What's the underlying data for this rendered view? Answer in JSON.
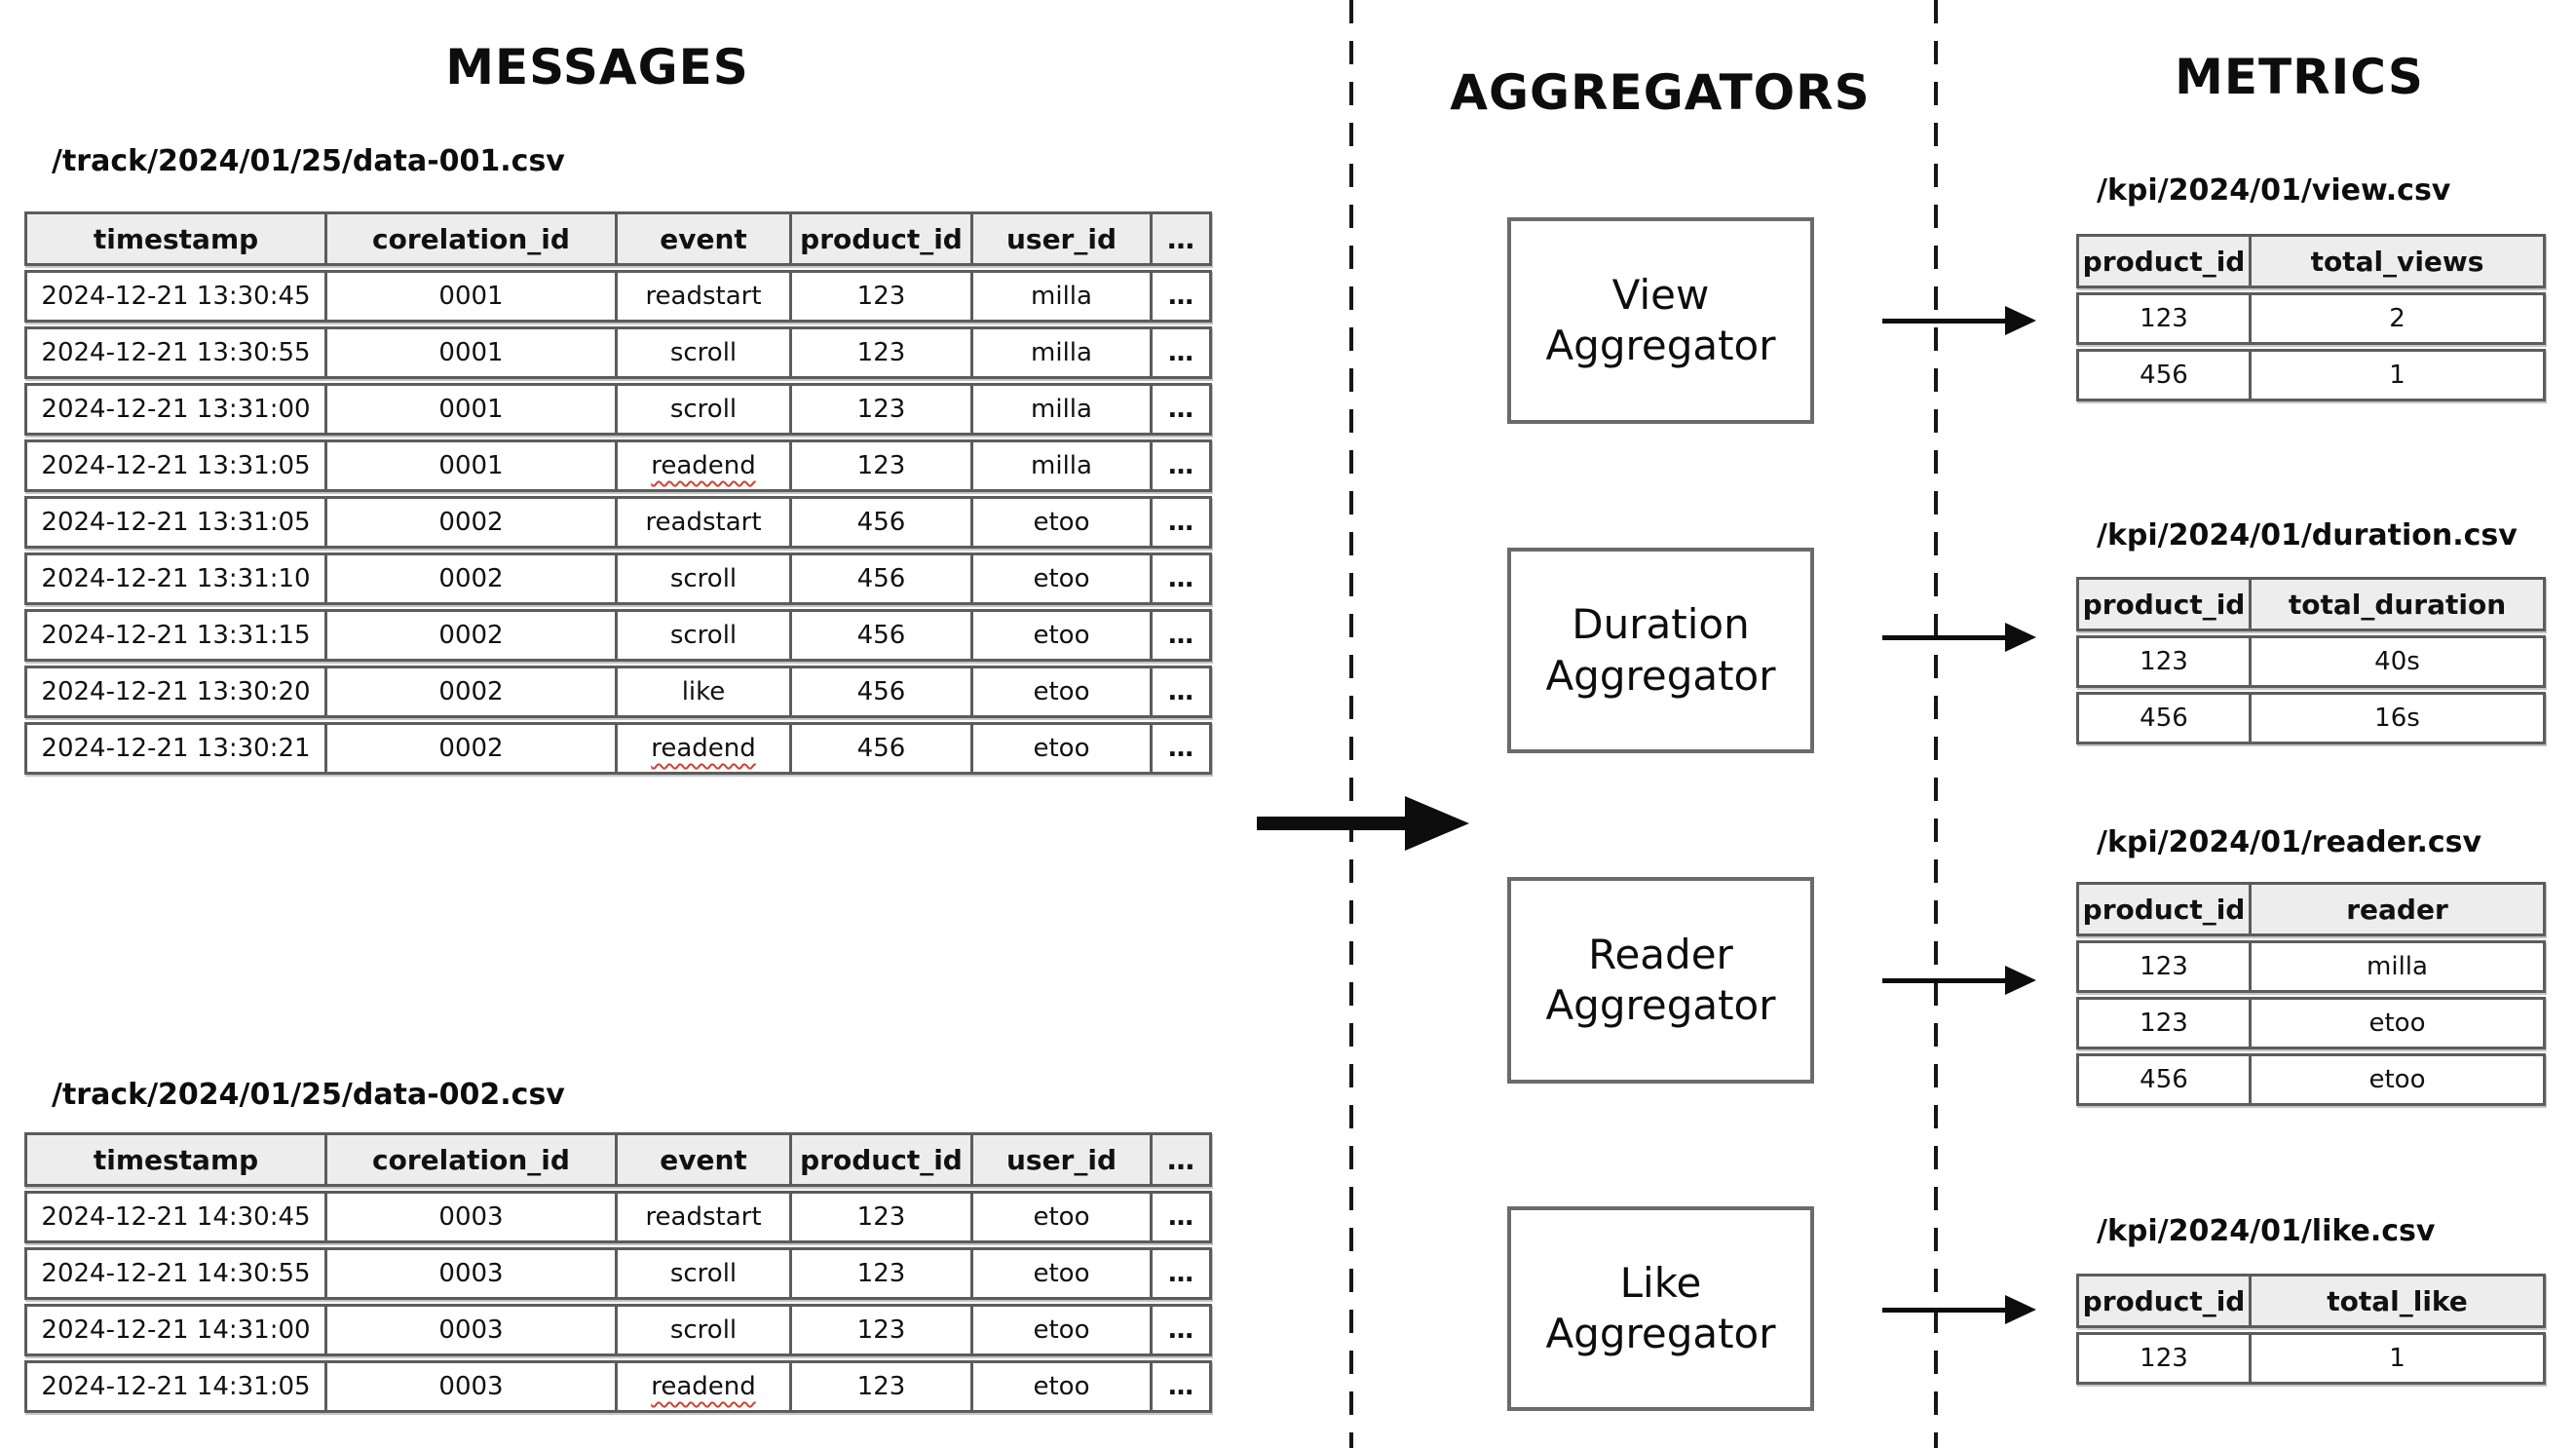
{
  "messages": {
    "title": "MESSAGES",
    "files": [
      {
        "path": "/track/2024/01/25/data-001.csv",
        "columns": [
          "timestamp",
          "corelation_id",
          "event",
          "product_id",
          "user_id",
          "…"
        ],
        "rows": [
          [
            "2024-12-21 13:30:45",
            "0001",
            "readstart",
            "123",
            "milla",
            "…"
          ],
          [
            "2024-12-21 13:30:55",
            "0001",
            "scroll",
            "123",
            "milla",
            "…"
          ],
          [
            "2024-12-21 13:31:00",
            "0001",
            "scroll",
            "123",
            "milla",
            "…"
          ],
          [
            "2024-12-21 13:31:05",
            "0001",
            "readend",
            "123",
            "milla",
            "…"
          ],
          [
            "2024-12-21 13:31:05",
            "0002",
            "readstart",
            "456",
            "etoo",
            "…"
          ],
          [
            "2024-12-21 13:31:10",
            "0002",
            "scroll",
            "456",
            "etoo",
            "…"
          ],
          [
            "2024-12-21 13:31:15",
            "0002",
            "scroll",
            "456",
            "etoo",
            "…"
          ],
          [
            "2024-12-21 13:30:20",
            "0002",
            "like",
            "456",
            "etoo",
            "…"
          ],
          [
            "2024-12-21 13:30:21",
            "0002",
            "readend",
            "456",
            "etoo",
            "…"
          ]
        ]
      },
      {
        "path": "/track/2024/01/25/data-002.csv",
        "columns": [
          "timestamp",
          "corelation_id",
          "event",
          "product_id",
          "user_id",
          "…"
        ],
        "rows": [
          [
            "2024-12-21 14:30:45",
            "0003",
            "readstart",
            "123",
            "etoo",
            "…"
          ],
          [
            "2024-12-21 14:30:55",
            "0003",
            "scroll",
            "123",
            "etoo",
            "…"
          ],
          [
            "2024-12-21 14:31:00",
            "0003",
            "scroll",
            "123",
            "etoo",
            "…"
          ],
          [
            "2024-12-21 14:31:05",
            "0003",
            "readend",
            "123",
            "etoo",
            "…"
          ]
        ]
      }
    ]
  },
  "aggregators": {
    "title": "AGGREGATORS",
    "boxes": [
      {
        "label": "View\nAggregator"
      },
      {
        "label": "Duration\nAggregator"
      },
      {
        "label": "Reader\nAggregator"
      },
      {
        "label": "Like\nAggregator"
      }
    ]
  },
  "metrics": {
    "title": "METRICS",
    "files": [
      {
        "path": "/kpi/2024/01/view.csv",
        "columns": [
          "product_id",
          "total_views"
        ],
        "rows": [
          [
            "123",
            "2"
          ],
          [
            "456",
            "1"
          ]
        ]
      },
      {
        "path": "/kpi/2024/01/duration.csv",
        "columns": [
          "product_id",
          "total_duration"
        ],
        "rows": [
          [
            "123",
            "40s"
          ],
          [
            "456",
            "16s"
          ]
        ]
      },
      {
        "path": "/kpi/2024/01/reader.csv",
        "columns": [
          "product_id",
          "reader"
        ],
        "rows": [
          [
            "123",
            "milla"
          ],
          [
            "123",
            "etoo"
          ],
          [
            "456",
            "etoo"
          ]
        ]
      },
      {
        "path": "/kpi/2024/01/like.csv",
        "columns": [
          "product_id",
          "total_like"
        ],
        "rows": [
          [
            "123",
            "1"
          ]
        ]
      }
    ]
  },
  "spellcheck_flagged": [
    "readend"
  ],
  "colors": {
    "table_border": "#5c5c5c",
    "header_fill": "#ededed",
    "squiggle_red": "#cc4433",
    "ink": "#0d0d0d"
  }
}
